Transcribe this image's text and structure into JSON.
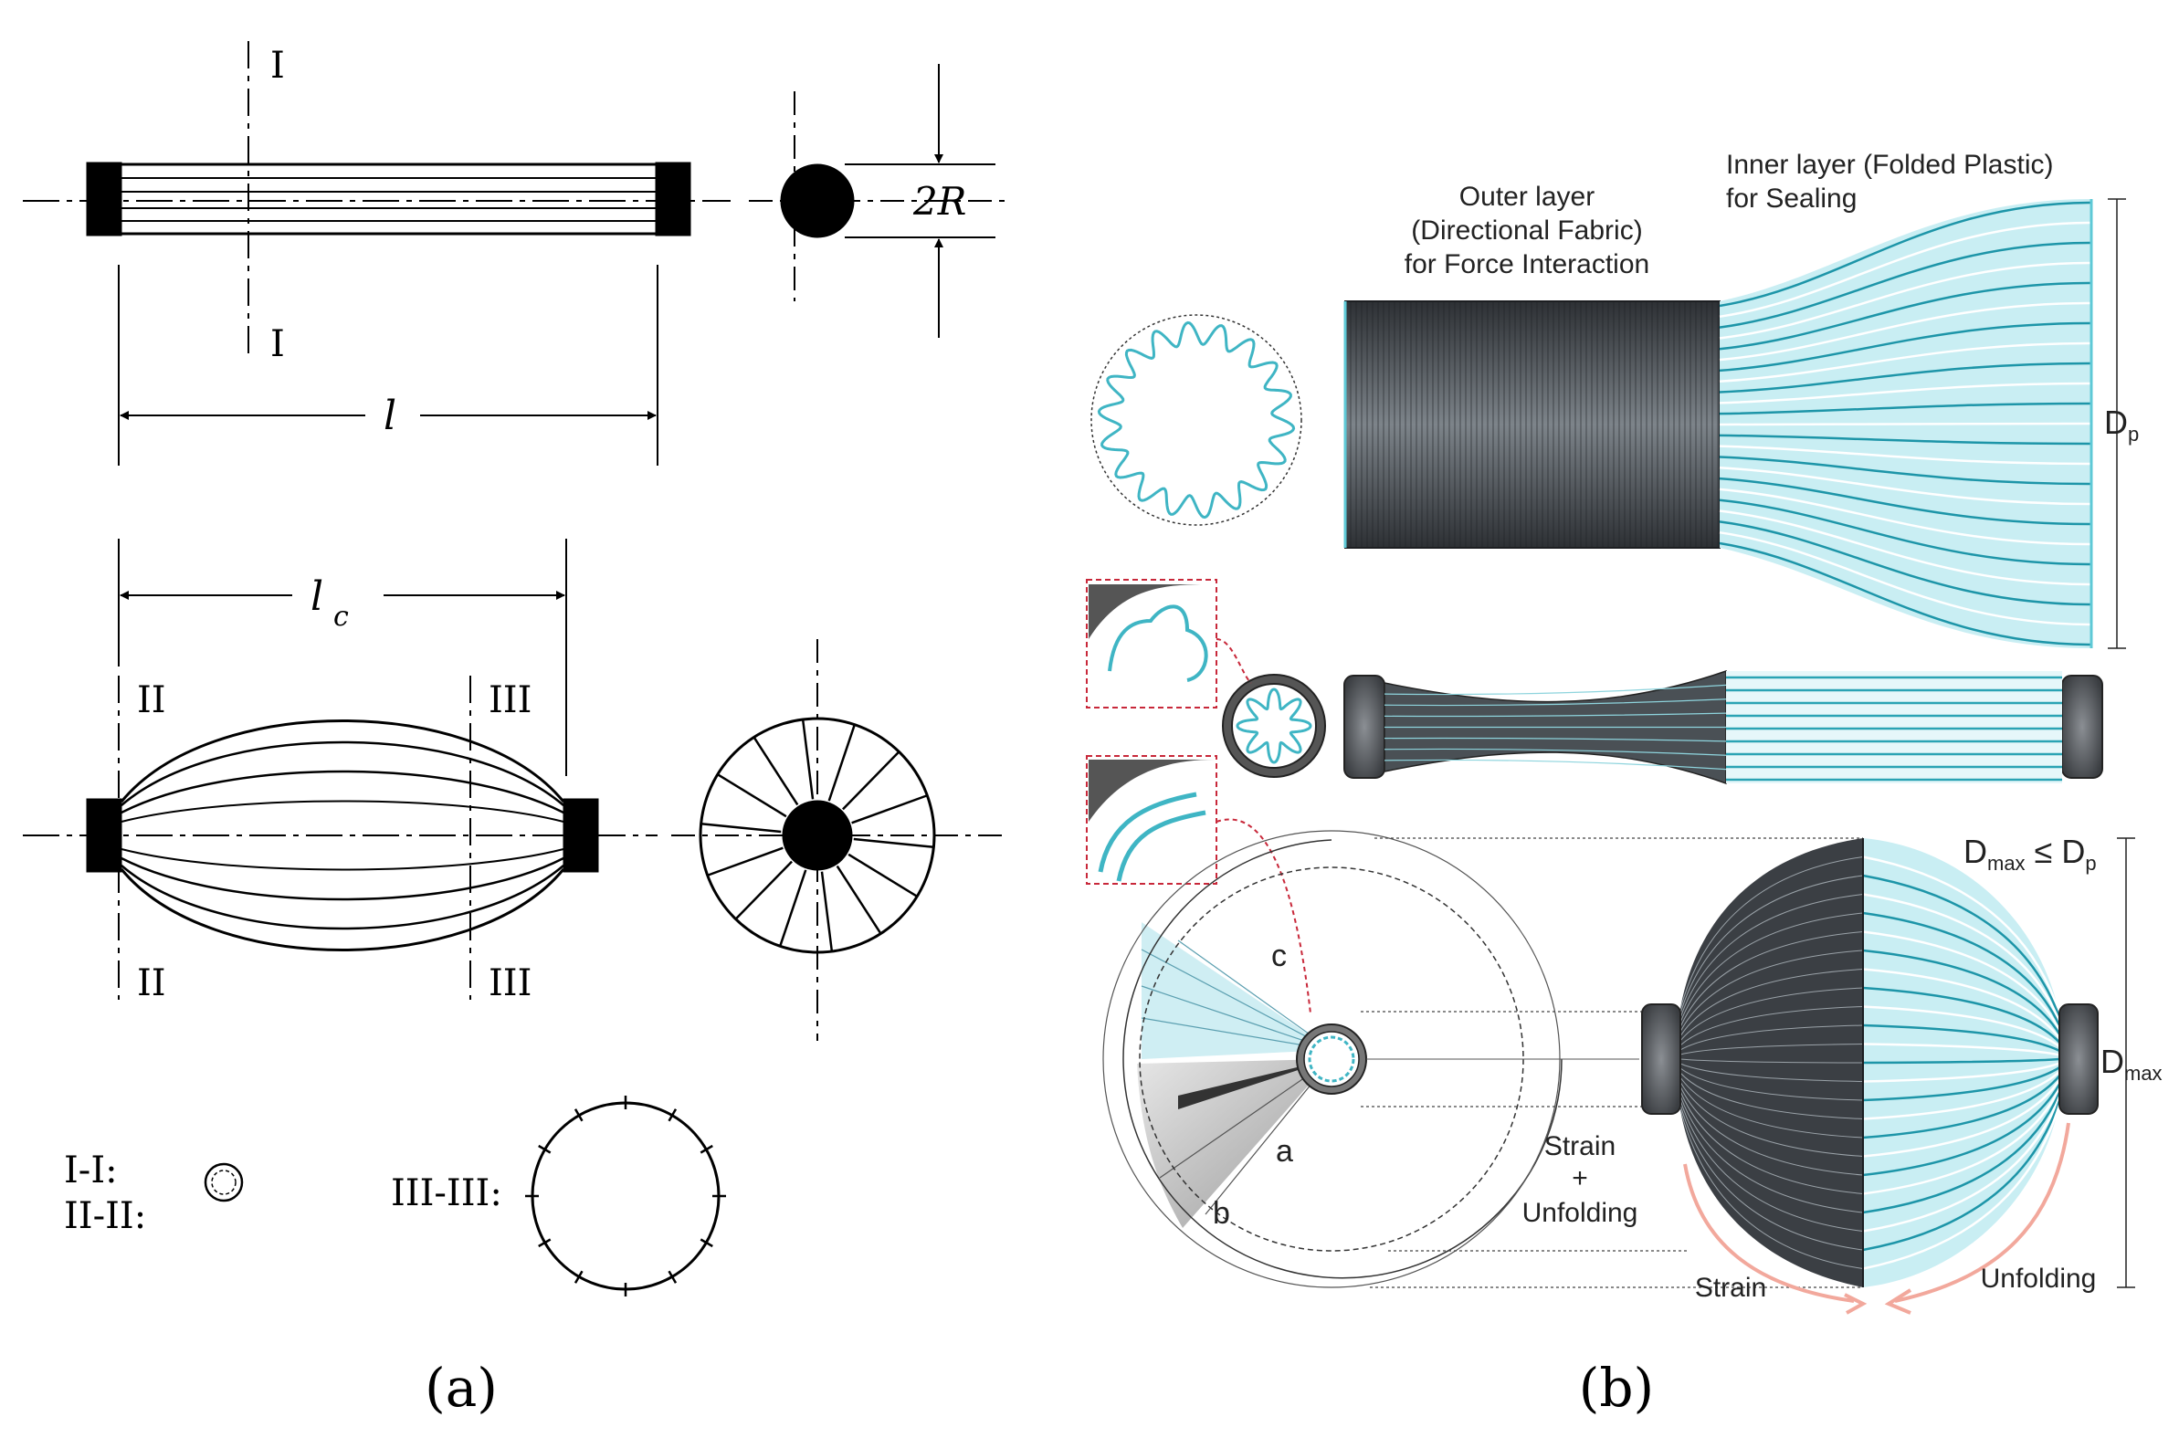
{
  "panel_a": {
    "caption": "(a)",
    "section_I_top": "I",
    "section_I_bottom": "I",
    "dim_2R": "2R",
    "dim_l": "l",
    "dim_lc_main": "l",
    "dim_lc_sub": "c",
    "section_II_top": "II",
    "section_II_bottom": "II",
    "section_III_top": "III",
    "section_III_bottom": "III",
    "legend_I": "I-I:",
    "legend_II": "II-II:",
    "legend_III": "III-III:"
  },
  "panel_b": {
    "caption": "(b)",
    "outer_layer_line1": "Outer layer",
    "outer_layer_line2": "(Directional Fabric)",
    "outer_layer_line3": "for Force Interaction",
    "inner_layer_line1": "Inner layer (Folded Plastic)",
    "inner_layer_line2": "for Sealing",
    "dp_main": "D",
    "dp_sub": "p",
    "dmax_cond_main1": "D",
    "dmax_cond_sub1": "max",
    "dmax_cond_op": " ≤ D",
    "dmax_cond_sub2": "p",
    "dmax_main": "D",
    "dmax_sub": "max",
    "label_a": "a",
    "label_b": "b",
    "label_c": "c",
    "strain_line1": "Strain",
    "strain_line2": "+",
    "strain_line3": "Unfolding",
    "strain_label": "Strain",
    "unfolding_label": "Unfolding"
  },
  "colors": {
    "cyan": "#5ec9d6",
    "cyan_light": "#c9eef3",
    "fabric_dark": "#3c3f44",
    "arrow_pink": "#f2a89c",
    "callout_red": "#c8283a"
  }
}
